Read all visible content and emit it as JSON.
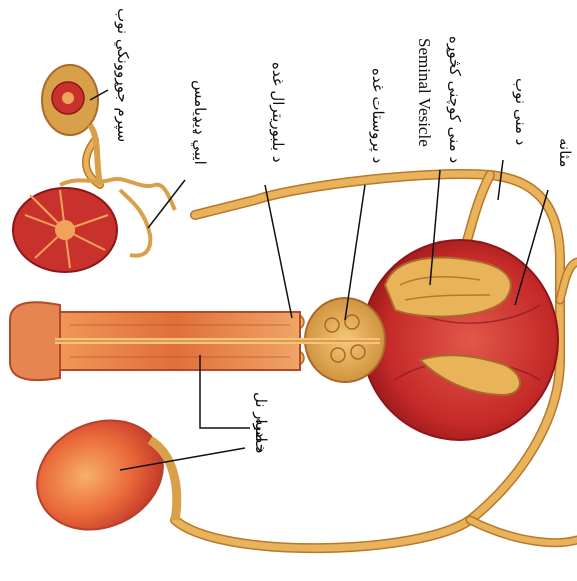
{
  "labels": {
    "bladder": "مثانه",
    "vas_deferens": "د منی نوب",
    "seminal_vesicle_ps": "د منی کوچنی کڅوړه",
    "seminal_vesicle_en": "Seminal Vesicle",
    "prostate": "د پروستات غده",
    "bulbourethral": "د بلبوریترال غده",
    "epididymis": "ایبي ډیډیامس",
    "seminiferous_tubule": "سپرم جوړوونکي نوب",
    "urethra": "د ادرار نل",
    "testis": "خصیه"
  },
  "colors": {
    "tube": "#e8b35a",
    "tube_dark": "#b9772a",
    "organ_red": "#c9282a",
    "organ_dark": "#8e1518",
    "penis_orange": "#e07b45",
    "line": "#111111"
  }
}
